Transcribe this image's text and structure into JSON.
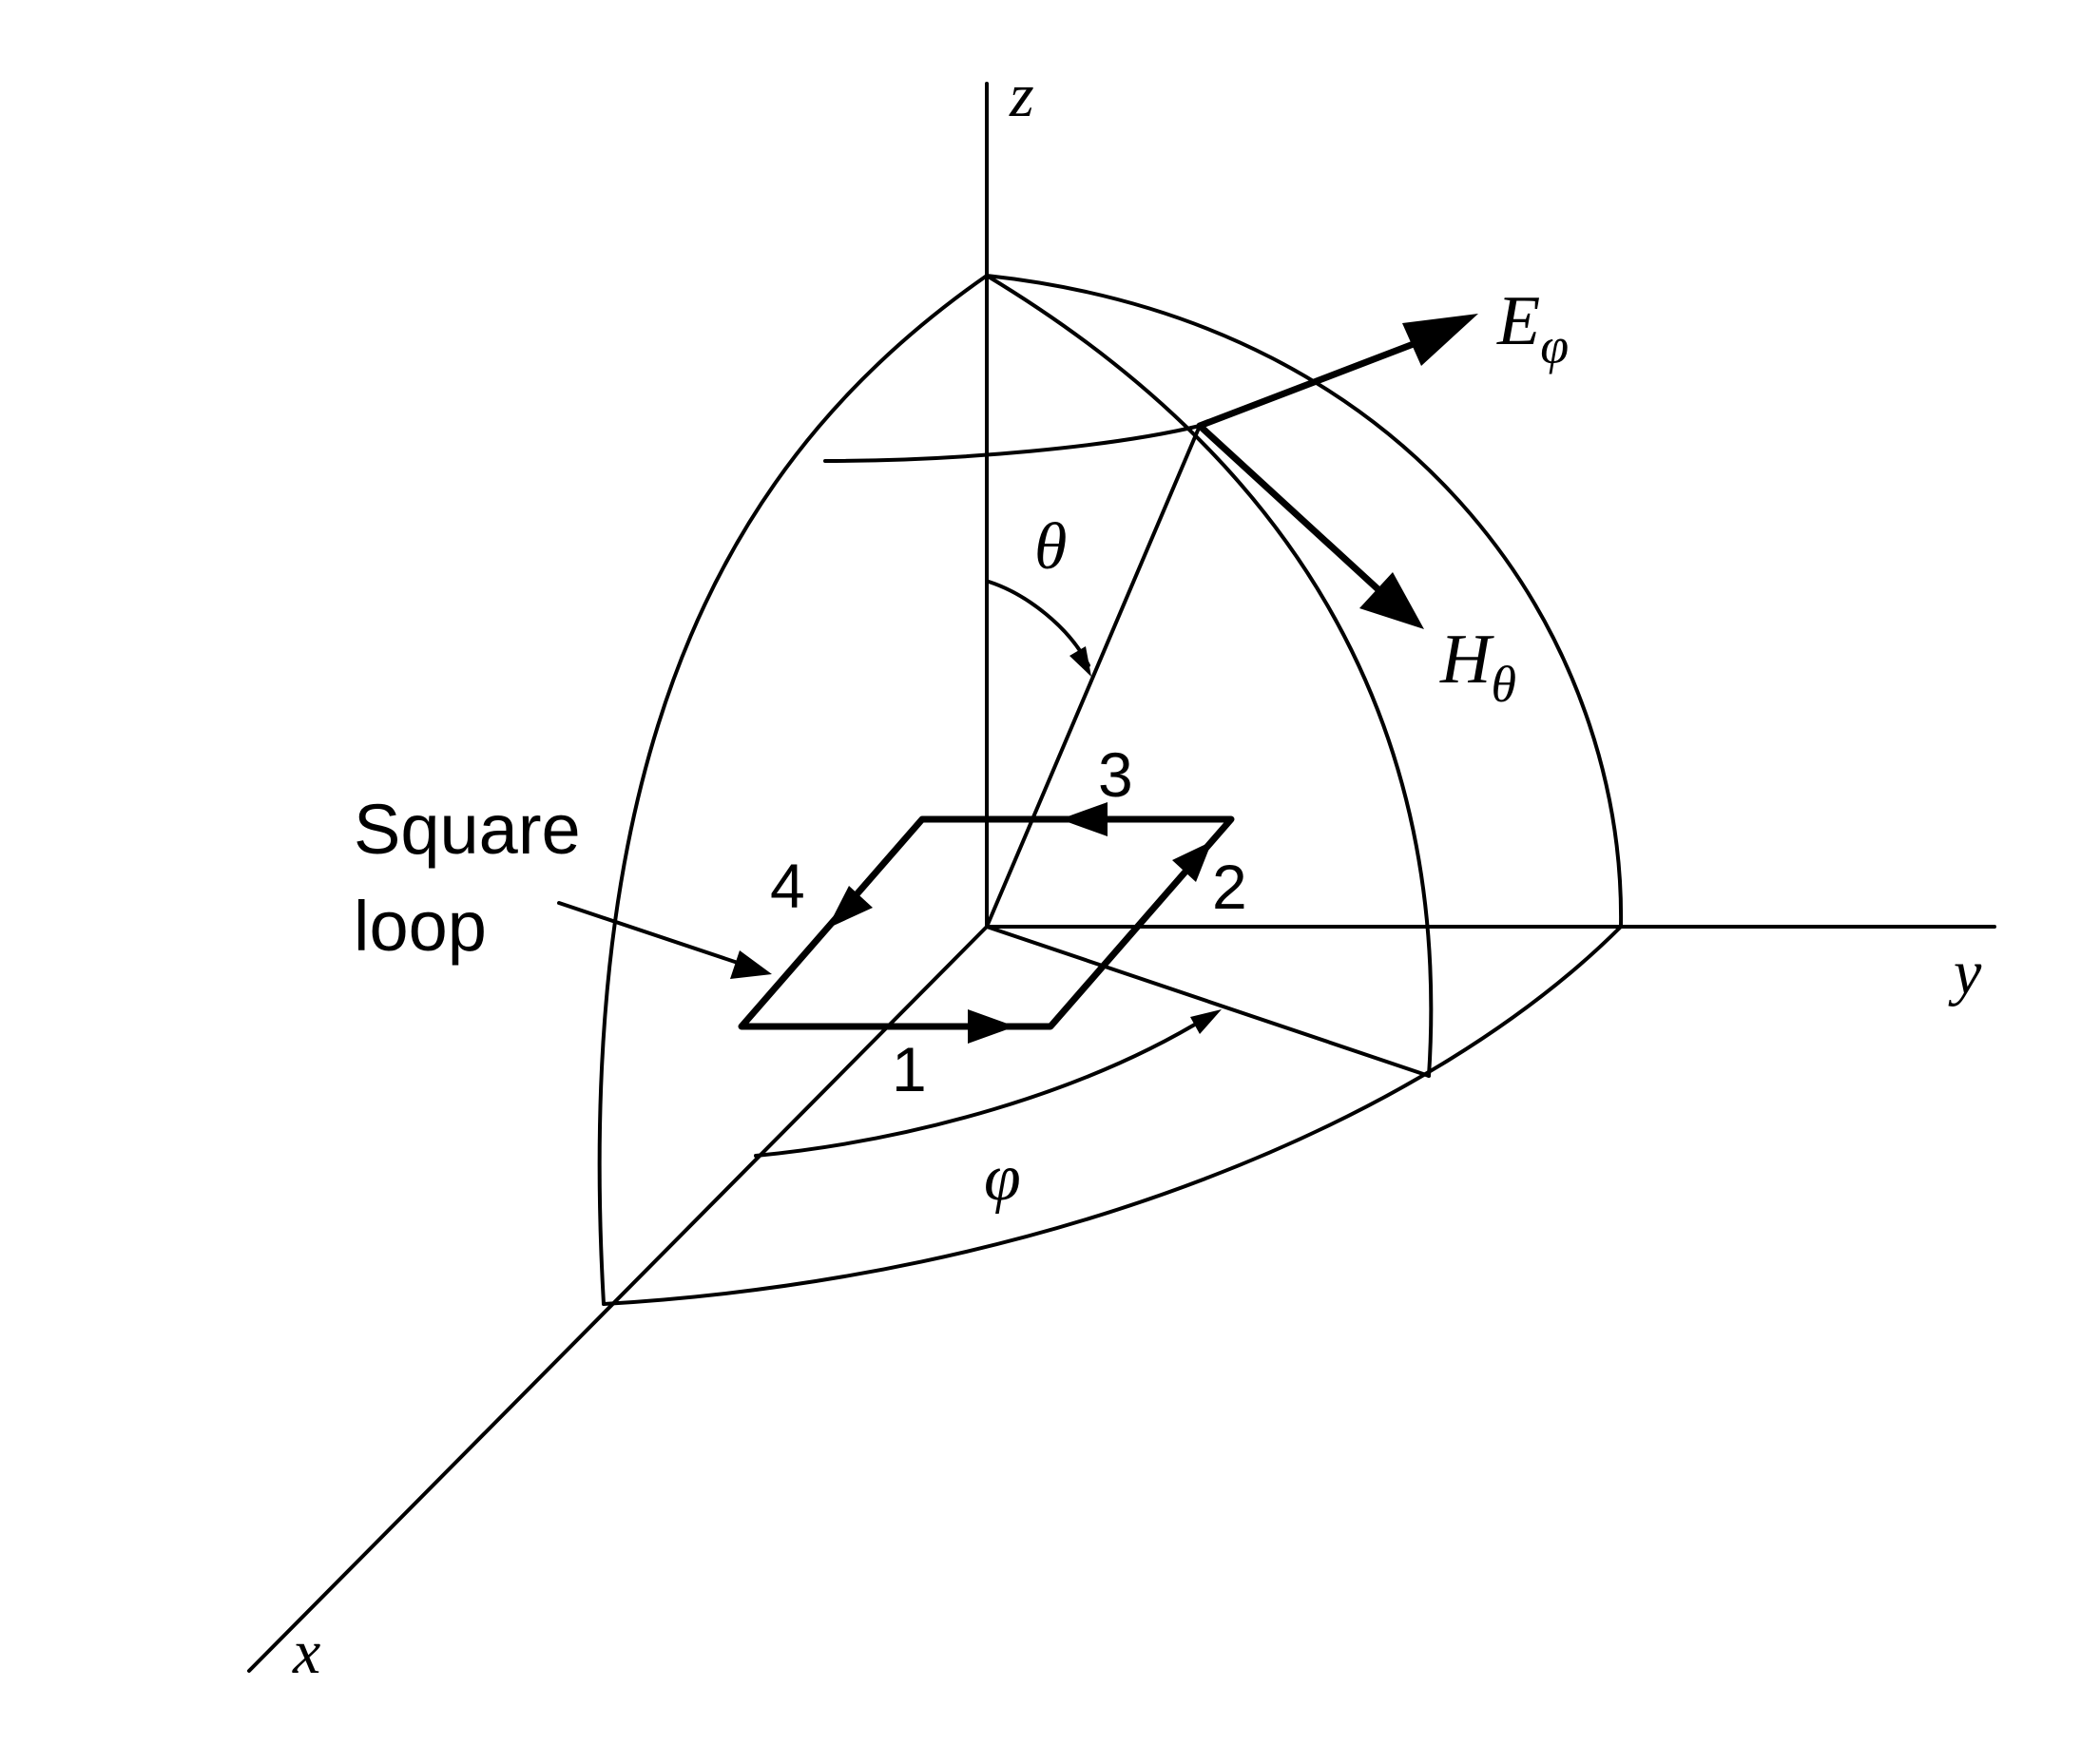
{
  "axes": {
    "x": "x",
    "y": "y",
    "z": "z"
  },
  "angles": {
    "theta": "θ",
    "phi": "φ"
  },
  "fields": {
    "e_field": {
      "symbol": "E",
      "subscript": "φ"
    },
    "h_field": {
      "symbol": "H",
      "subscript": "θ"
    }
  },
  "loop": {
    "label_line1": "Square",
    "label_line2": "loop",
    "segments": [
      "1",
      "2",
      "3",
      "4"
    ]
  }
}
